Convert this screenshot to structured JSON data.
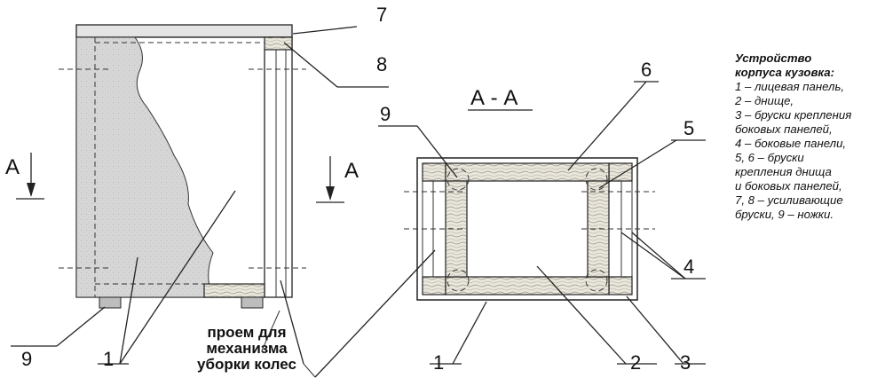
{
  "section_label": "А - А",
  "cut_marker": {
    "left": "А",
    "right": "А"
  },
  "callouts": [
    "1",
    "2",
    "3",
    "4",
    "5",
    "6",
    "7",
    "8",
    "9"
  ],
  "note": {
    "lines": [
      "проем для",
      "механизма",
      "уборки колес"
    ]
  },
  "legend": {
    "title_lines": [
      "Устройство",
      "корпуса кузовка:"
    ],
    "items": [
      "1 – лицевая панель,",
      "2 – днище,",
      "3 – бруски крепления",
      "боковых панелей,",
      "4 – боковые панели,",
      "5, 6 – бруски",
      "крепления днища",
      "и боковых панелей,",
      "7, 8 – усиливающие",
      "бруски, 9 – ножки."
    ]
  }
}
